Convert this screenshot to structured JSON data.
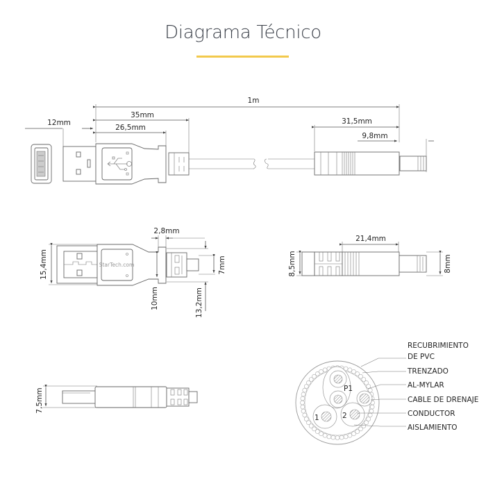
{
  "header": {
    "title": "Diagrama Técnico",
    "underline_color": "#f2c94c"
  },
  "top_view": {
    "dims": {
      "total_length": "1m",
      "usb_overall": "35mm",
      "usb_body": "26,5mm",
      "usb_plug": "12mm",
      "dc_overall": "31,5mm",
      "dc_tip": "9,8mm"
    }
  },
  "side_view": {
    "dims": {
      "usb_height": "15,4mm",
      "flange_width": "2,8mm",
      "flange_height": "10mm",
      "boot_height": "13,2mm",
      "cable_height": "7mm",
      "dc_body_length": "21,4mm",
      "dc_height": "8,5mm",
      "dc_tip_height": "8mm"
    },
    "brand": "StarTech.com"
  },
  "profile_view": {
    "dims": {
      "usb_thickness": "7,5mm"
    }
  },
  "cross_section": {
    "labels": [
      "RECUBRIMIENTO",
      "DE PVC",
      "TRENZADO",
      "AL-MYLAR",
      "CABLE DE DRENAJE",
      "CONDUCTOR",
      "AISLAMIENTO"
    ],
    "markers": {
      "pair": "P1",
      "wire1": "1",
      "wire2": "2"
    }
  }
}
